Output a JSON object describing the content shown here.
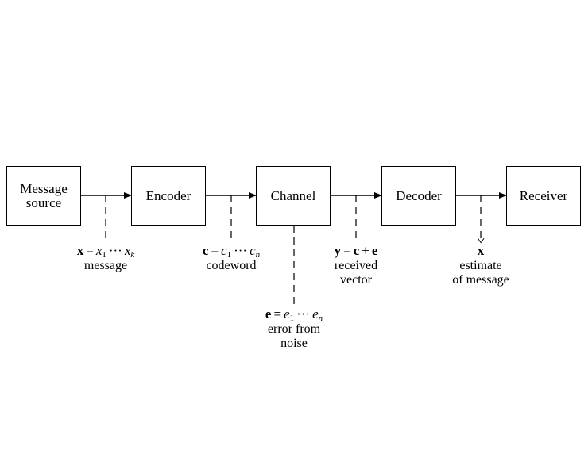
{
  "blocks": {
    "source": [
      "Message",
      "source"
    ],
    "encoder": "Encoder",
    "channel": "Channel",
    "decoder": "Decoder",
    "receiver": "Receiver"
  },
  "signals": {
    "message": {
      "lhs": "x",
      "eq": "=",
      "v1": "x",
      "s1": "1",
      "dots": "···",
      "v2": "x",
      "s2": "k",
      "caption": [
        "message"
      ]
    },
    "codeword": {
      "lhs": "c",
      "eq": "=",
      "v1": "c",
      "s1": "1",
      "dots": "···",
      "v2": "c",
      "s2": "n",
      "caption": [
        "codeword"
      ]
    },
    "received": {
      "lhs": "y",
      "eq": "=",
      "a": "c",
      "plus": "+",
      "b": "e",
      "caption": [
        "received",
        "vector"
      ]
    },
    "estimate": {
      "symbol": "x",
      "caption": [
        "estimate",
        "of message"
      ]
    },
    "error": {
      "lhs": "e",
      "eq": "=",
      "v1": "e",
      "s1": "1",
      "dots": "···",
      "v2": "e",
      "s2": "n",
      "caption": [
        "error from",
        "noise"
      ]
    }
  }
}
